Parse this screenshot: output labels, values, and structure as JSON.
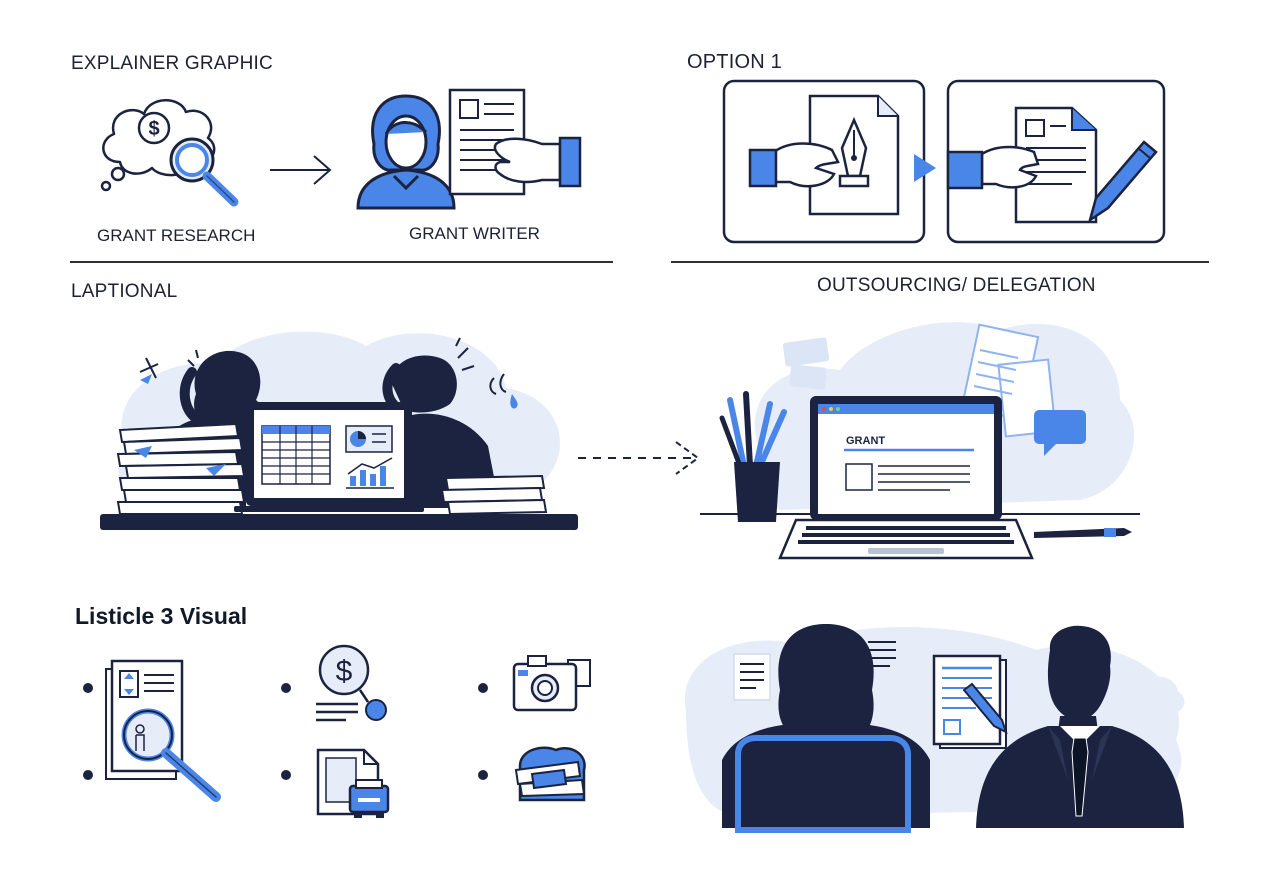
{
  "palette": {
    "ink": "#1b2340",
    "blue": "#4a86e8",
    "wash": "#e6edf8"
  },
  "explainer": {
    "heading": "EXPLAINER GRAPHIC",
    "research_caption": "GRANT RESEARCH",
    "writer_caption": "GRANT WRITER",
    "icons": [
      "thought-bubble-icon",
      "dollar-icon",
      "magnifier-icon",
      "arrow-right-icon",
      "woman-avatar-icon",
      "document-icon",
      "hand-icon"
    ]
  },
  "option": {
    "heading": "OPTION 1",
    "icons": [
      "hand-document-pen-icon",
      "play-arrow-icon",
      "hand-document-pencil-icon"
    ]
  },
  "laptional": {
    "heading": "LAPTIONAL"
  },
  "outsourcing": {
    "heading": "OUTSOURCING/ DELEGATION",
    "screen_title": "GRANT"
  },
  "listicle": {
    "heading": "Listicle 3 Visual",
    "icons": [
      "document-search-icon",
      "dollar-search-icon",
      "camera-icon",
      "fax-machine-icon",
      "stacked-papers-icon"
    ]
  }
}
